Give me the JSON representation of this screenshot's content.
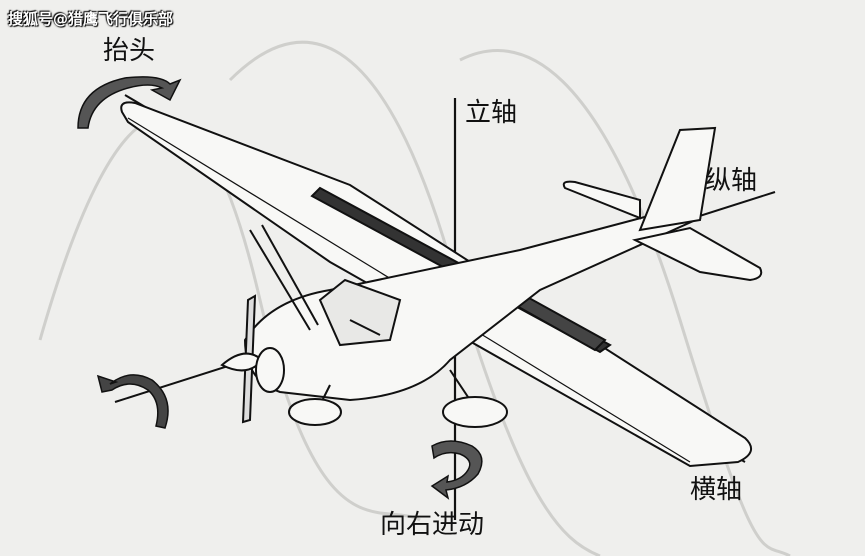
{
  "watermark": "搜狐号@猎鹰飞行俱乐部",
  "labels": {
    "pitch": "抬头",
    "vertical_axis": "立轴",
    "longitudinal_axis": "纵轴",
    "lateral_axis": "横轴",
    "yaw": "向右进动"
  },
  "colors": {
    "line": "#111111",
    "arrow_fill": "#555555",
    "background": "#efefed"
  }
}
